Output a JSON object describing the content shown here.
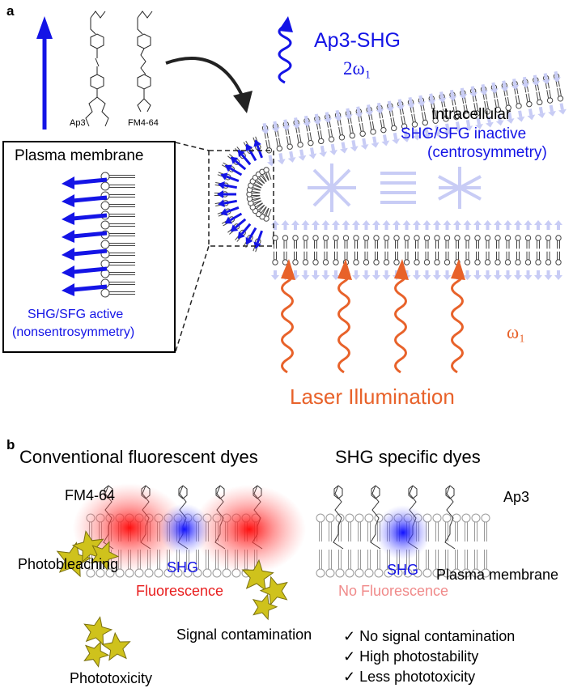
{
  "panel_a": {
    "letter": "a",
    "dye_labels": [
      "Ap3",
      "FM4-64"
    ],
    "ap3_shg_label": "Ap3-SHG",
    "freq_2w": "2ω₁",
    "intracellular": "Intracellular",
    "inactive_line1": "SHG/SFG inactive",
    "inactive_line2": "(centrosymmetry)",
    "inset_title": "Plasma membrane",
    "active_line1": "SHG/SFG active",
    "active_line2": "(nonsentrosymmetry)",
    "freq_w": "ω₁",
    "laser": "Laser Illumination"
  },
  "panel_b": {
    "letter": "b",
    "left_title": "Conventional fluorescent dyes",
    "right_title": "SHG specific dyes",
    "fm_label": "FM4-64",
    "ap3_label": "Ap3",
    "photobleaching": "Photobleaching",
    "shg_left": "SHG",
    "fluorescence": "Fluorescence",
    "signal_contamination": "Signal contamination",
    "phototoxicity": "Phototoxicity",
    "shg_right": "SHG",
    "plasma_membrane": "Plasma membrane",
    "no_fluorescence": "No Fluorescence",
    "benefits": [
      "No signal contamination",
      "High photostability",
      "Less phototoxicity"
    ],
    "check": "✓"
  },
  "colors": {
    "blue": "#1414e6",
    "orange": "#e8622a",
    "red": "#e81e1e",
    "pale_blue": "#c8ccf5",
    "star": "#cfc21c"
  }
}
